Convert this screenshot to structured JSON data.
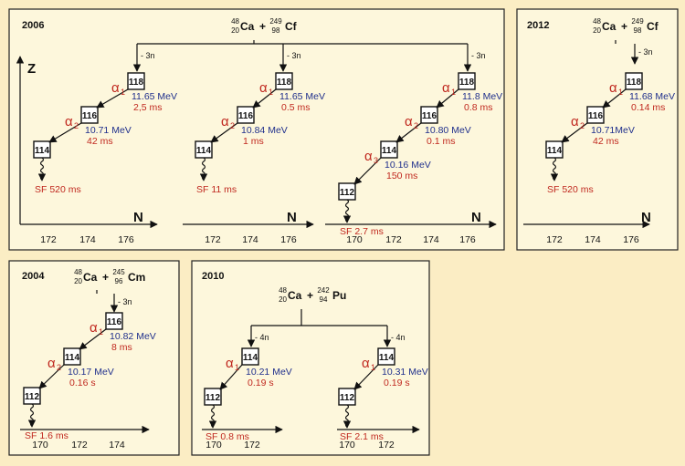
{
  "panels": [
    {
      "id": "2006",
      "year": "2006",
      "reaction": {
        "proj_mass": "48",
        "proj_z": "20",
        "proj_sym": "Ca",
        "plus": "+",
        "targ_mass": "249",
        "targ_z": "98",
        "targ_sym": "Cf"
      },
      "chains": [
        {
          "loss": "- 3n",
          "nuclei": [
            "118",
            "116",
            "114"
          ],
          "decays": [
            {
              "alpha": "α",
              "sub": "1",
              "energy": "11.65 MeV",
              "time": "2,5  ms"
            },
            {
              "alpha": "α",
              "sub": "2",
              "energy": "10.71 MeV",
              "time": "42    ms"
            }
          ],
          "sf": "SF  520 ms"
        },
        {
          "loss": "- 3n",
          "nuclei": [
            "118",
            "116",
            "114"
          ],
          "decays": [
            {
              "alpha": "α",
              "sub": "1",
              "energy": "11.65 MeV",
              "time": "0.5  ms"
            },
            {
              "alpha": "α",
              "sub": "2",
              "energy": "10.84 MeV",
              "time": "1     ms"
            }
          ],
          "sf": "SF  11 ms"
        },
        {
          "loss": "- 3n",
          "nuclei": [
            "118",
            "116",
            "114",
            "112"
          ],
          "decays": [
            {
              "alpha": "α",
              "sub": "1",
              "energy": "11.8 MeV",
              "time": "0.8 ms"
            },
            {
              "alpha": "α",
              "sub": "2",
              "energy": "10.80 MeV",
              "time": "0.1   ms"
            },
            {
              "alpha": "α",
              "sub": "3",
              "energy": "10.16 MeV",
              "time": "150    ms"
            }
          ],
          "sf": "SF  2.7 ms"
        }
      ],
      "axis_z": "Z",
      "axis_n": "N",
      "ticks": [
        [
          "172",
          "174",
          "176"
        ],
        [
          "172",
          "174",
          "176"
        ],
        [
          "170",
          "172",
          "174",
          "176"
        ]
      ]
    },
    {
      "id": "2012",
      "year": "2012",
      "reaction": {
        "proj_mass": "48",
        "proj_z": "20",
        "proj_sym": "Ca",
        "plus": "+",
        "targ_mass": "249",
        "targ_z": "98",
        "targ_sym": "Cf"
      },
      "chains": [
        {
          "loss": "- 3n",
          "nuclei": [
            "118",
            "116",
            "114"
          ],
          "decays": [
            {
              "alpha": "α",
              "sub": "1",
              "energy": "11.68 MeV",
              "time": "0.14 ms"
            },
            {
              "alpha": "α",
              "sub": "2",
              "energy": "10.71MeV",
              "time": "42    ms"
            }
          ],
          "sf": "SF  520 ms"
        }
      ],
      "axis_n": "N",
      "ticks": [
        [
          "172",
          "174",
          "176"
        ]
      ]
    },
    {
      "id": "2004",
      "year": "2004",
      "reaction": {
        "proj_mass": "48",
        "proj_z": "20",
        "proj_sym": "Ca",
        "plus": "+",
        "targ_mass": "245",
        "targ_z": "96",
        "targ_sym": "Cm"
      },
      "chains": [
        {
          "loss": "- 3n",
          "nuclei": [
            "116",
            "114",
            "112"
          ],
          "decays": [
            {
              "alpha": "α",
              "sub": "1",
              "energy": "10.82 MeV",
              "time": "8     ms"
            },
            {
              "alpha": "α",
              "sub": "2",
              "energy": "10.17 MeV",
              "time": "0.16 s"
            }
          ],
          "sf": "SF   1.6 ms"
        }
      ],
      "ticks": [
        [
          "170",
          "172",
          "174"
        ]
      ]
    },
    {
      "id": "2010",
      "year": "2010",
      "reaction": {
        "proj_mass": "48",
        "proj_z": "20",
        "proj_sym": "Ca",
        "plus": "+",
        "targ_mass": "242",
        "targ_z": "94",
        "targ_sym": "Pu"
      },
      "chains": [
        {
          "loss": "- 4n",
          "nuclei": [
            "114",
            "112"
          ],
          "decays": [
            {
              "alpha": "α",
              "sub": "1",
              "energy": "10.21 MeV",
              "time": "0.19 s"
            }
          ],
          "sf": "SF  0.8 ms"
        },
        {
          "loss": "- 4n",
          "nuclei": [
            "114",
            "112"
          ],
          "decays": [
            {
              "alpha": "α",
              "sub": "1",
              "energy": "10.31 MeV",
              "time": "0.19 s"
            }
          ],
          "sf": "SF  2.1 ms"
        }
      ],
      "ticks": [
        [
          "170",
          "172"
        ],
        [
          "170",
          "172"
        ]
      ]
    }
  ]
}
